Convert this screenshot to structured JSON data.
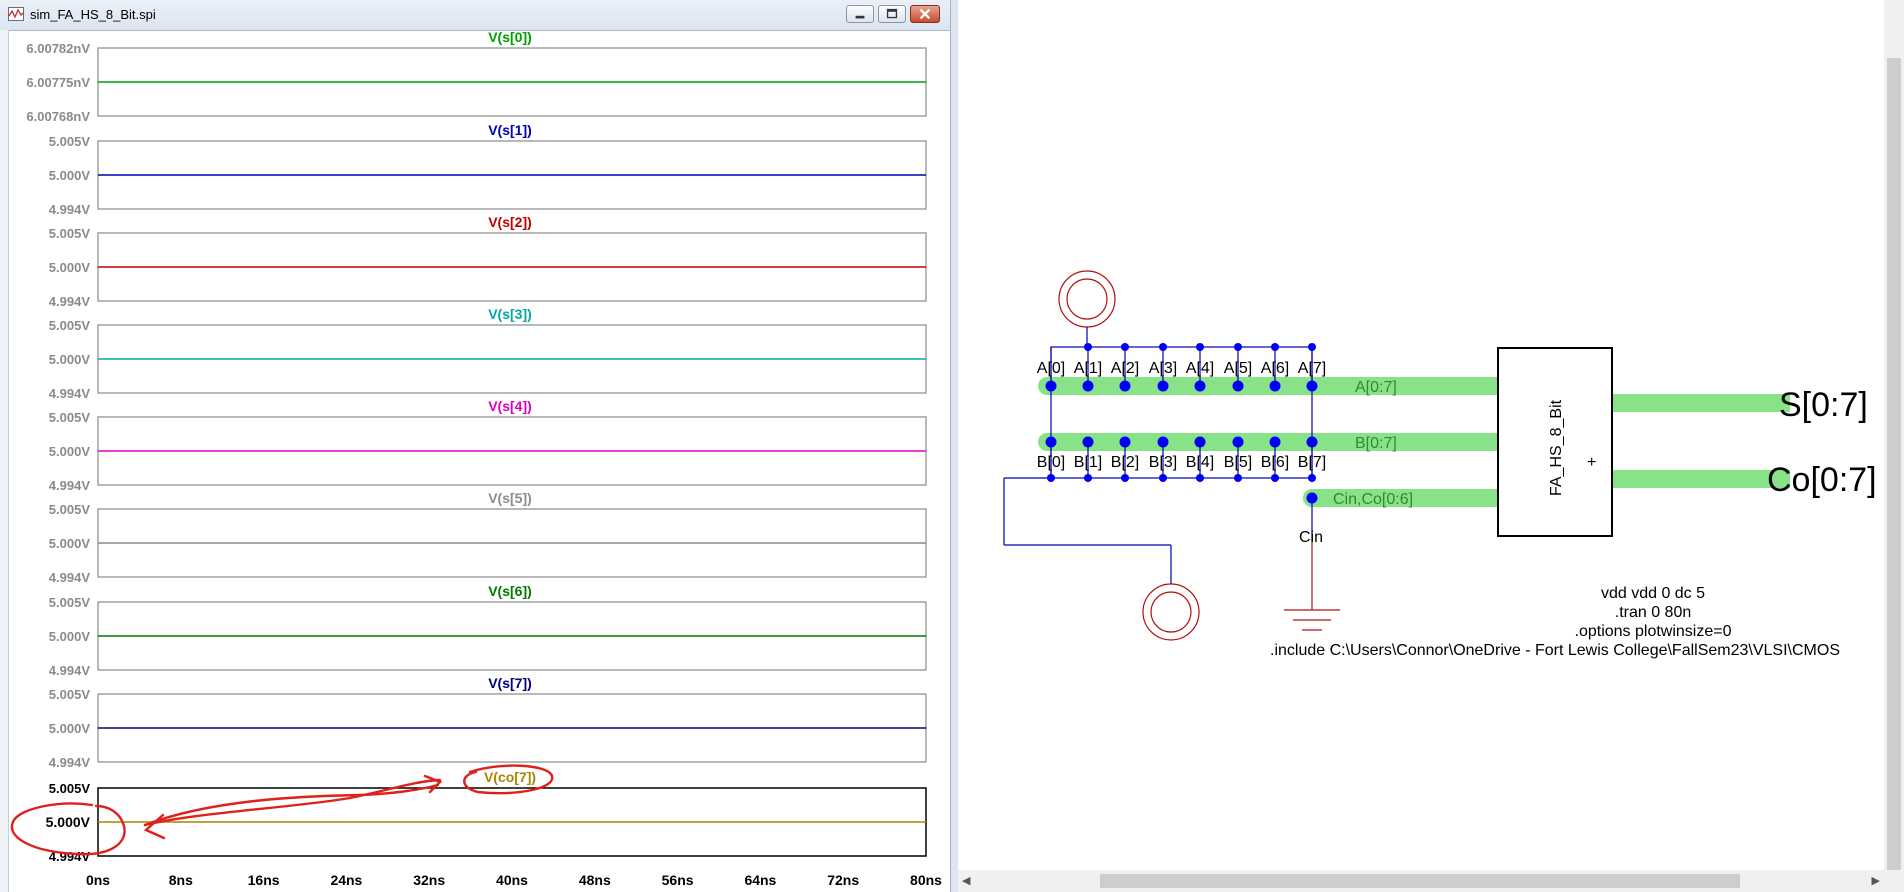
{
  "window": {
    "title": "sim_FA_HS_8_Bit.spi",
    "buttons": [
      "minimize",
      "maximize",
      "close"
    ]
  },
  "waveform_viewer": {
    "panes": [
      {
        "trace": "V(s[0])",
        "color": "#00a000",
        "ticks": [
          "6.00782nV",
          "6.00775nV",
          "6.00768nV"
        ]
      },
      {
        "trace": "V(s[1])",
        "color": "#0000b0",
        "ticks": [
          "5.005V",
          "5.000V",
          "4.994V"
        ]
      },
      {
        "trace": "V(s[2])",
        "color": "#c00000",
        "ticks": [
          "5.005V",
          "5.000V",
          "4.994V"
        ]
      },
      {
        "trace": "V(s[3])",
        "color": "#00a8a8",
        "ticks": [
          "5.005V",
          "5.000V",
          "4.994V"
        ]
      },
      {
        "trace": "V(s[4])",
        "color": "#e000c0",
        "ticks": [
          "5.005V",
          "5.000V",
          "4.994V"
        ]
      },
      {
        "trace": "V(s[5])",
        "color": "#8c8c8c",
        "ticks": [
          "5.005V",
          "5.000V",
          "4.994V"
        ]
      },
      {
        "trace": "V(s[6])",
        "color": "#007a00",
        "ticks": [
          "5.005V",
          "5.000V",
          "4.994V"
        ]
      },
      {
        "trace": "V(s[7])",
        "color": "#000080",
        "ticks": [
          "5.005V",
          "5.000V",
          "4.994V"
        ]
      },
      {
        "trace": "V(co[7])",
        "color": "#a88600",
        "ticks": [
          "5.005V",
          "5.000V",
          "4.994V"
        ]
      }
    ],
    "x_ticks": [
      "0ns",
      "8ns",
      "16ns",
      "24ns",
      "32ns",
      "40ns",
      "48ns",
      "56ns",
      "64ns",
      "72ns",
      "80ns"
    ],
    "annotation_color": "#e0201a"
  },
  "schematic": {
    "a_labels": [
      "A[0]",
      "A[1]",
      "A[2]",
      "A[3]",
      "A[4]",
      "A[5]",
      "A[6]",
      "A[7]"
    ],
    "b_labels": [
      "B[0]",
      "B[1]",
      "B[2]",
      "B[3]",
      "B[4]",
      "B[5]",
      "B[6]",
      "B[7]"
    ],
    "bus_a": "A[0:7]",
    "bus_b": "B[0:7]",
    "bus_cin": "Cin,Co[0:6]",
    "cin_label": "Cin",
    "block_name": "FA_HS_8_Bit",
    "block_plus": "+",
    "out_s": "S[0:7]",
    "out_co": "Co[0:7]",
    "directives": [
      "vdd vdd 0 dc 5",
      ".tran 0 80n",
      ".options plotwinsize=0",
      ".include C:\\Users\\Connor\\OneDrive - Fort Lewis College\\FallSem23\\VLSI\\CMOS"
    ],
    "colors": {
      "bus": "#88e288",
      "wire": "#0000b0",
      "junction": "#0000ff",
      "source": "#b01010",
      "text": "#000000"
    }
  }
}
